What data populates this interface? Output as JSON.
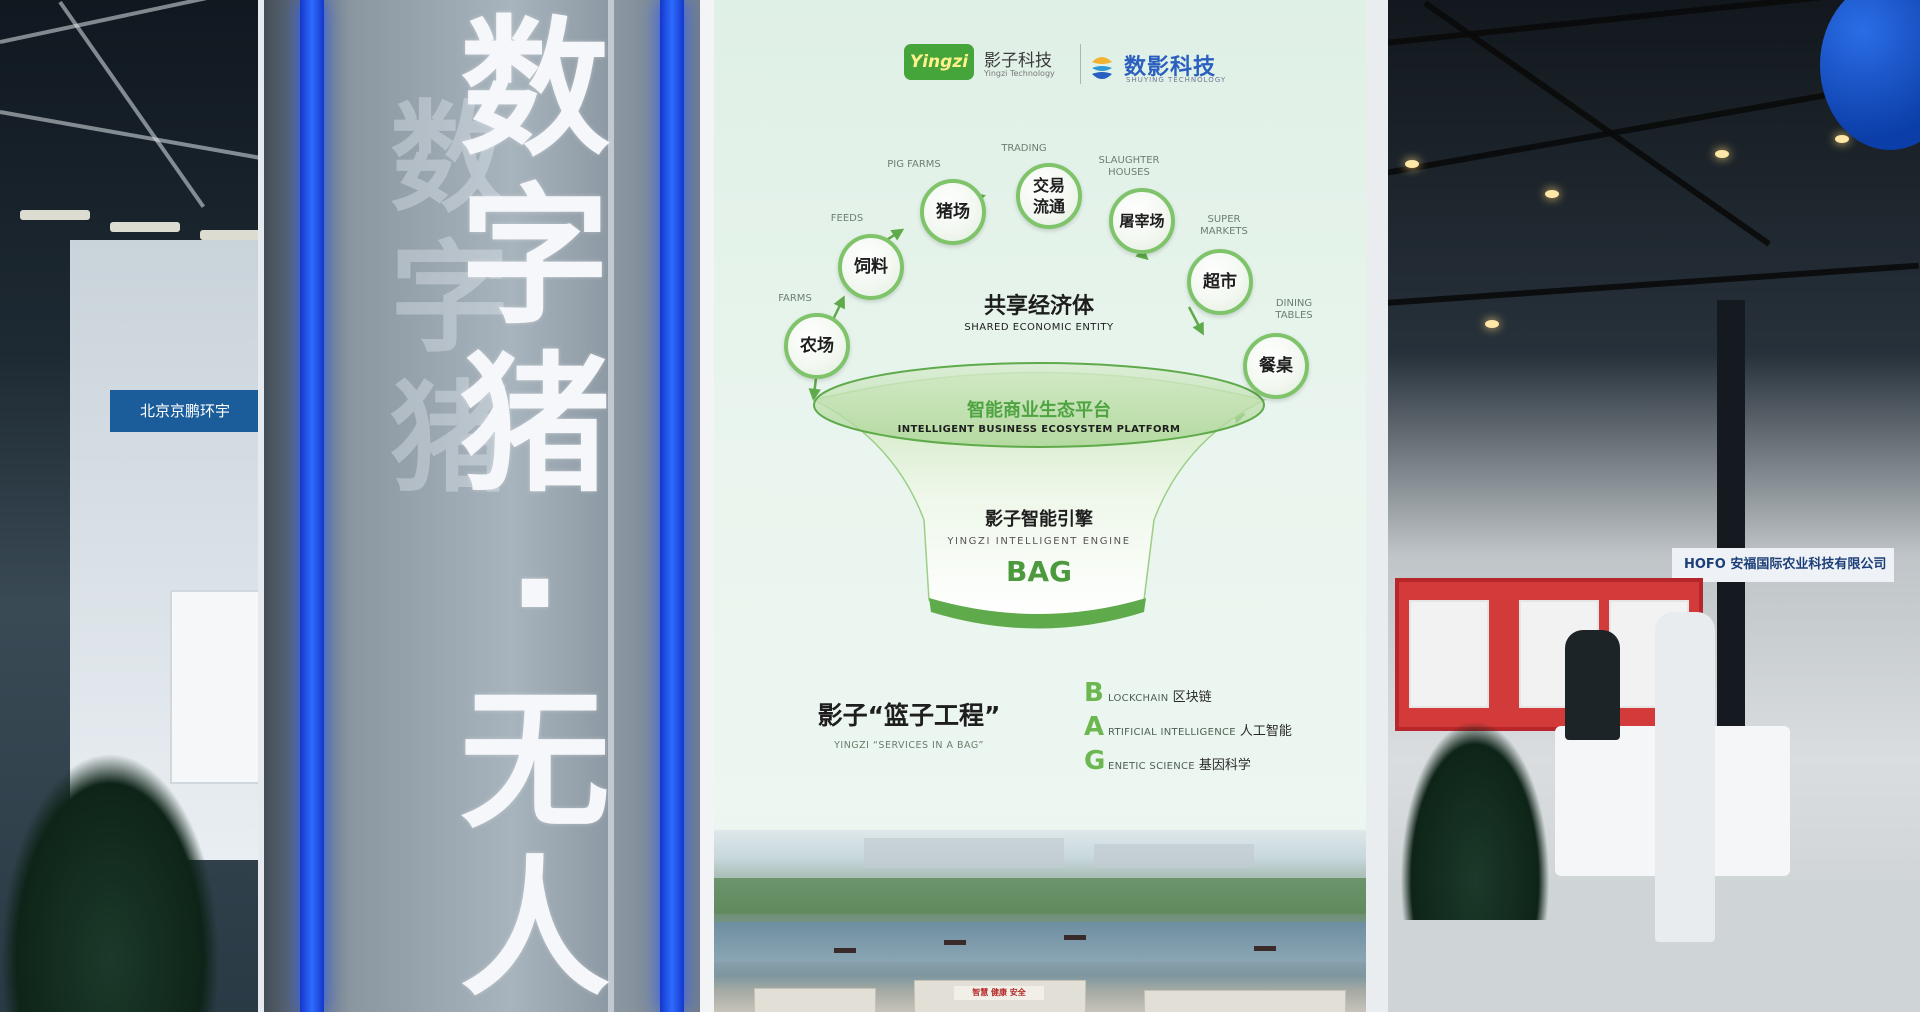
{
  "pillar_text": {
    "chars": [
      "数",
      "字",
      "猪",
      "·",
      "无",
      "人"
    ]
  },
  "booth_left_sign": "北京京鹏环宇",
  "hofo_sign": "HOFO 安福国际农业科技有限公司",
  "poster": {
    "logo_yingzi_badge": "Yingzi",
    "logo_yingzi_cn": "影子科技",
    "logo_yingzi_en": "Yingzi Technology",
    "logo_shuying_cn": "数影科技",
    "logo_shuying_en": "SHUYING TECHNOLOGY",
    "cycle_nodes": [
      {
        "cn": "农场",
        "en": "FARMS"
      },
      {
        "cn": "饲料",
        "en": "FEEDS"
      },
      {
        "cn": "猪场",
        "en": "PIG FARMS"
      },
      {
        "cn": "交易\n流通",
        "en": "TRADING"
      },
      {
        "cn": "屠宰场",
        "en": "SLAUGHTER\nHOUSES"
      },
      {
        "cn": "超市",
        "en": "SUPER\nMARKETS"
      },
      {
        "cn": "餐桌",
        "en": "DINING\nTABLES"
      }
    ],
    "center_cn": "共享经济体",
    "center_en": "SHARED ECONOMIC ENTITY",
    "platform_cn": "智能商业生态平台",
    "platform_en": "INTELLIGENT BUSINESS ECOSYSTEM PLATFORM",
    "engine_cn": "影子智能引擎",
    "engine_en": "YINGZI INTELLIGENT ENGINE",
    "engine_bag": "BAG",
    "project_cn": "影子“篮子工程”",
    "project_en": "YINGZI “SERVICES IN A BAG”",
    "bag_items": [
      {
        "letter": "B",
        "rest": "LOCKCHAIN",
        "cn": "区块链"
      },
      {
        "letter": "A",
        "rest": "RTIFICIAL INTELLIGENCE",
        "cn": "人工智能"
      },
      {
        "letter": "G",
        "rest": "ENETIC SCIENCE",
        "cn": "基因科学"
      }
    ],
    "photo_sign": "智慧 健康 安全"
  },
  "colors": {
    "poster_green": "#4fa442",
    "node_border": "#7fc36a",
    "pillar_blue": "#2e6bff",
    "shuying_blue": "#2a5fbf"
  }
}
